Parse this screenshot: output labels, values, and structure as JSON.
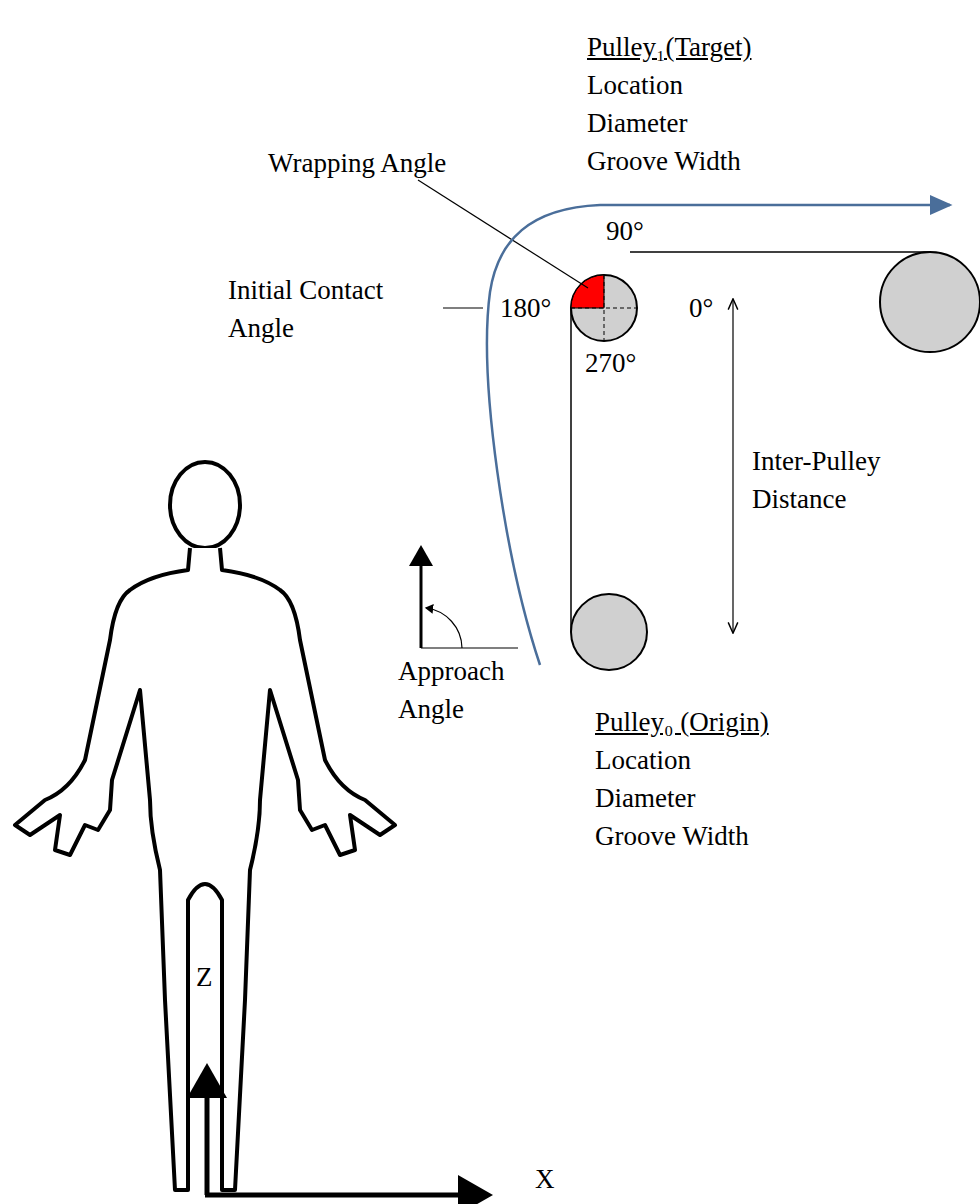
{
  "diagram": {
    "labels": [
      "Pulley₁(Target)",
      "Location",
      "Diameter",
      "Groove Width",
      "Wrapping Angle",
      "90°",
      "Initial Contact Angle",
      "180°",
      "0°",
      "270°",
      "Inter-Pulley Distance",
      "Approach Angle",
      "Pulley₀ (Origin)",
      "Location",
      "Diameter",
      "Groove Width",
      "Z",
      "X"
    ]
  }
}
